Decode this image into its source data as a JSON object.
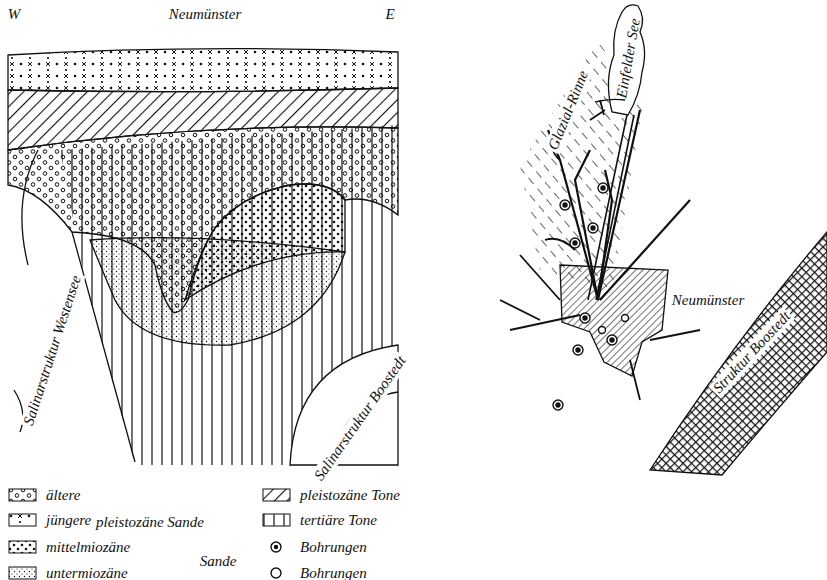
{
  "diagram": {
    "labels": [
      "W",
      "Neumünster",
      "E",
      "Salinarstruktur Westensee",
      "Salinarstruktur Boostedt",
      "Einfelder See",
      "Glazial-Rinne",
      "Neumünster",
      "Struktur Boostedt",
      "pleistozäne Sande",
      "Sande"
    ],
    "legend": [
      {
        "text": "ältere"
      },
      {
        "text": "jüngere"
      },
      {
        "text": "mittelmiozäne"
      },
      {
        "text": "untermiozäne"
      },
      {
        "text": "pleistozäne Tone"
      },
      {
        "text": "tertiäre Tone"
      },
      {
        "text": "Bohrungen"
      },
      {
        "text": "Bohrungen"
      }
    ]
  }
}
